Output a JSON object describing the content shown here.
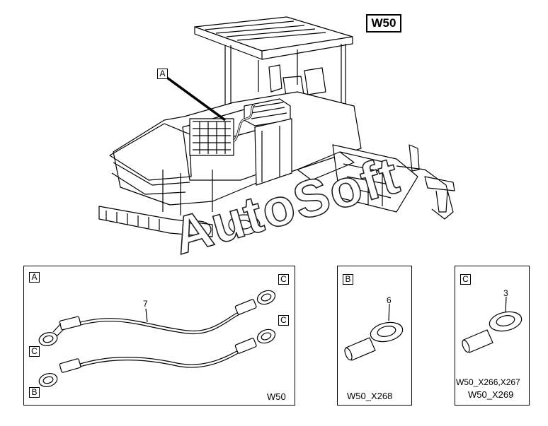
{
  "header": {
    "harness_code": "W50"
  },
  "overview": {
    "detail_marker": "A"
  },
  "panel_a": {
    "labels": {
      "a": "A",
      "c_top": "C",
      "c_mid_right": "C",
      "c_mid_left": "C",
      "b": "B"
    },
    "item_number": "7",
    "caption": "W50"
  },
  "panel_b": {
    "label": "B",
    "item_number": "6",
    "caption": "W50_X268"
  },
  "panel_c": {
    "label": "C",
    "item_number": "3",
    "caption_line1": "W50_X266,X267",
    "caption_line2": "W50_X269"
  },
  "watermark": "AutoSoft"
}
